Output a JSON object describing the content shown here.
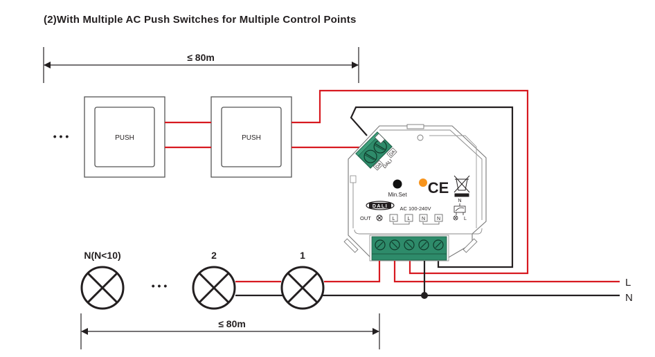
{
  "title": "(2)With Multiple AC Push Switches for Multiple Control Points",
  "dimensions": {
    "top_span": "≤ 80m",
    "bottom_span": "≤ 80m"
  },
  "switches": {
    "ellipsis": "• • •",
    "items": [
      {
        "label": "PUSH"
      },
      {
        "label": "PUSH"
      }
    ]
  },
  "lamps": {
    "ellipsis": "• • •",
    "items": [
      {
        "label": "N(N<10)"
      },
      {
        "label": "2"
      },
      {
        "label": "1"
      }
    ]
  },
  "controller": {
    "dali_terminal_labels": [
      "DA",
      "DA"
    ],
    "dali_terminal_name": "DALI",
    "min_set_label": "Min.Set",
    "ce_mark": "CE",
    "dali_logo": "DALI",
    "voltage": "AC 100-240V",
    "out_label": "OUT",
    "terminal_labels": [
      "L",
      "L",
      "N",
      "N"
    ],
    "dimmer_symbol_labels": {
      "top": "N",
      "right": "L"
    },
    "colors": {
      "terminal_green": "#2e8b6a",
      "led_orange": "#f7941d",
      "min_set_button": "#111111"
    }
  },
  "mains": {
    "live_label": "L",
    "neutral_label": "N"
  },
  "colors": {
    "live_wire": "#d71920",
    "neutral_wire": "#231f20"
  }
}
